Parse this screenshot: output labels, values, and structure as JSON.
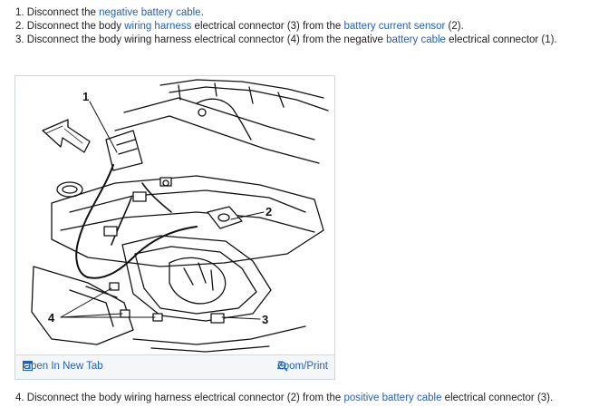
{
  "steps": [
    {
      "num": "1.",
      "parts": [
        {
          "t": "Disconnect the ",
          "link": false
        },
        {
          "t": "negative battery cable",
          "link": true
        },
        {
          "t": ".",
          "link": false
        }
      ]
    },
    {
      "num": "2.",
      "parts": [
        {
          "t": "Disconnect the body ",
          "link": false
        },
        {
          "t": "wiring harness",
          "link": true
        },
        {
          "t": " electrical connector (3) from the ",
          "link": false
        },
        {
          "t": "battery current sensor",
          "link": true
        },
        {
          "t": " (2).",
          "link": false
        }
      ]
    },
    {
      "num": "3.",
      "parts": [
        {
          "t": "Disconnect the body wiring harness electrical connector (4) from the negative ",
          "link": false
        },
        {
          "t": "battery cable",
          "link": true
        },
        {
          "t": " electrical connector (1).",
          "link": false
        }
      ]
    }
  ],
  "step4": {
    "num": "4.",
    "parts": [
      {
        "t": "Disconnect the body wiring harness electrical connector (2) from the ",
        "link": false
      },
      {
        "t": "positive battery cable",
        "link": true
      },
      {
        "t": " electrical connector (3).",
        "link": false
      }
    ]
  },
  "figure": {
    "callouts": {
      "c1": "1",
      "c2": "2",
      "c3": "3",
      "c4": "4"
    },
    "open_tab_label": "Open In New Tab",
    "zoom_label": "Zoom/Print",
    "open_icon": "open-in-new-tab-icon",
    "zoom_icon": "magnifier-zoom-icon"
  },
  "colors": {
    "link": "#1f63b8",
    "text": "#222222"
  }
}
